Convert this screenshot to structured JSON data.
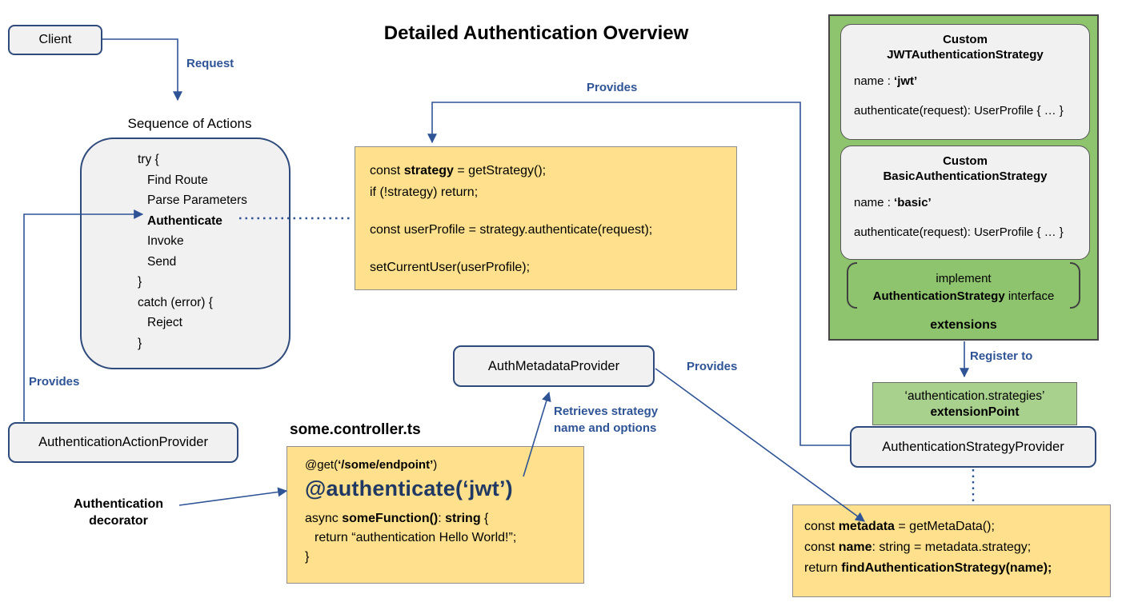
{
  "title": "Detailed Authentication Overview",
  "client_box": {
    "label": "Client"
  },
  "arrows": {
    "request": "Request",
    "provides_top": "Provides",
    "provides_left": "Provides",
    "provides_mid": "Provides",
    "register_to": "Register to"
  },
  "sequence": {
    "title": "Sequence of Actions",
    "l1": "try {",
    "l2": "Find Route",
    "l3": "Parse Parameters",
    "l4": "Authenticate",
    "l5": "Invoke",
    "l6": "Send",
    "l7": "}",
    "l8": "catch (error) {",
    "l9": "Reject",
    "l10": "}"
  },
  "strategy_code": {
    "l1a": "const ",
    "l1b": "strategy",
    "l1c": " = getStrategy();",
    "l2": "if (!strategy) return;",
    "l3": "const userProfile = strategy.authenticate(request);",
    "l4": "setCurrentUser(userProfile);"
  },
  "extensions_panel": {
    "jwt_card": {
      "title1": "Custom",
      "title2": "JWTAuthenticationStrategy",
      "name_label": "name : ",
      "name_value": "‘jwt’",
      "signature": "authenticate(request): UserProfile { … }"
    },
    "basic_card": {
      "title1": "Custom",
      "title2": "BasicAuthenticationStrategy",
      "name_label": "name : ",
      "name_value": "‘basic’",
      "signature": "authenticate(request): UserProfile { … }"
    },
    "implement_line1": "implement",
    "implement_bold": "AuthenticationStrategy",
    "implement_rest": " interface",
    "footer": "extensions"
  },
  "extension_point_box": {
    "line1": "‘authentication.strategies’",
    "line2": "extensionPoint"
  },
  "strategy_provider_box": {
    "label": "AuthenticationStrategyProvider"
  },
  "metadata_code": {
    "l1a": "const ",
    "l1b": "metadata",
    "l1c": " = getMetaData();",
    "l2a": "const ",
    "l2b": "name",
    "l2c": ": string = metadata.strategy;",
    "l3a": "return ",
    "l3b": "findAuthenticationStrategy(name);"
  },
  "auth_metadata_box": {
    "label": "AuthMetadataProvider"
  },
  "retrieves": {
    "line1": "Retrieves strategy",
    "bold": "name",
    "rest": " and options"
  },
  "controller": {
    "filename": "some.controller.ts",
    "l1a": "@get(",
    "l1b": "‘/some/endpoint’",
    "l1c": ")",
    "l2": "@authenticate(‘jwt’)",
    "l3a": "async ",
    "l3b": "someFunction()",
    "l3c": ": ",
    "l3d": "string",
    "l3e": " {",
    "l4": "return “authentication Hello World!”;",
    "l5": "}"
  },
  "decorator_label": {
    "line1": "Authentication",
    "line2": "decorator"
  },
  "action_provider_box": {
    "label": "AuthenticationActionProvider"
  },
  "colors": {
    "accent_blue": "#2F5496",
    "navy_border": "#2F4B7C",
    "yellow_fill": "#FFE08C",
    "green_fill": "#8FC46F",
    "green_light_fill": "#A9D18E",
    "navy_text": "#1F3864"
  }
}
